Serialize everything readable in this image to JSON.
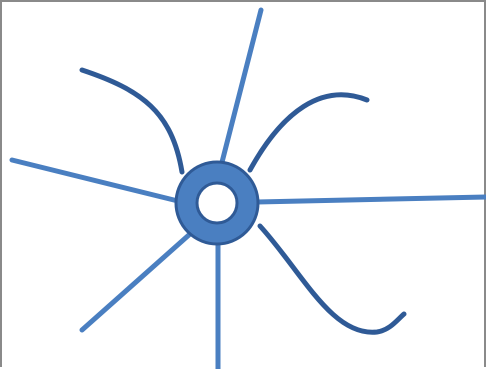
{
  "diagram": {
    "colors": {
      "straight_line": "#4a7fc1",
      "curved_line": "#2f5a96",
      "hub_fill": "#4a7fc1",
      "hub_stroke": "#2f5a96",
      "hole": "#ffffff",
      "frame": "#8a8a8a"
    },
    "hub": {
      "shape": "ring"
    },
    "spokes": [
      {
        "id": "up-right",
        "style": "straight"
      },
      {
        "id": "left",
        "style": "straight"
      },
      {
        "id": "right",
        "style": "straight"
      },
      {
        "id": "down-left",
        "style": "straight"
      },
      {
        "id": "down",
        "style": "straight"
      },
      {
        "id": "curve-upper-left",
        "style": "curved"
      },
      {
        "id": "curve-upper-right",
        "style": "curved"
      },
      {
        "id": "curve-lower-right",
        "style": "curved"
      }
    ]
  }
}
